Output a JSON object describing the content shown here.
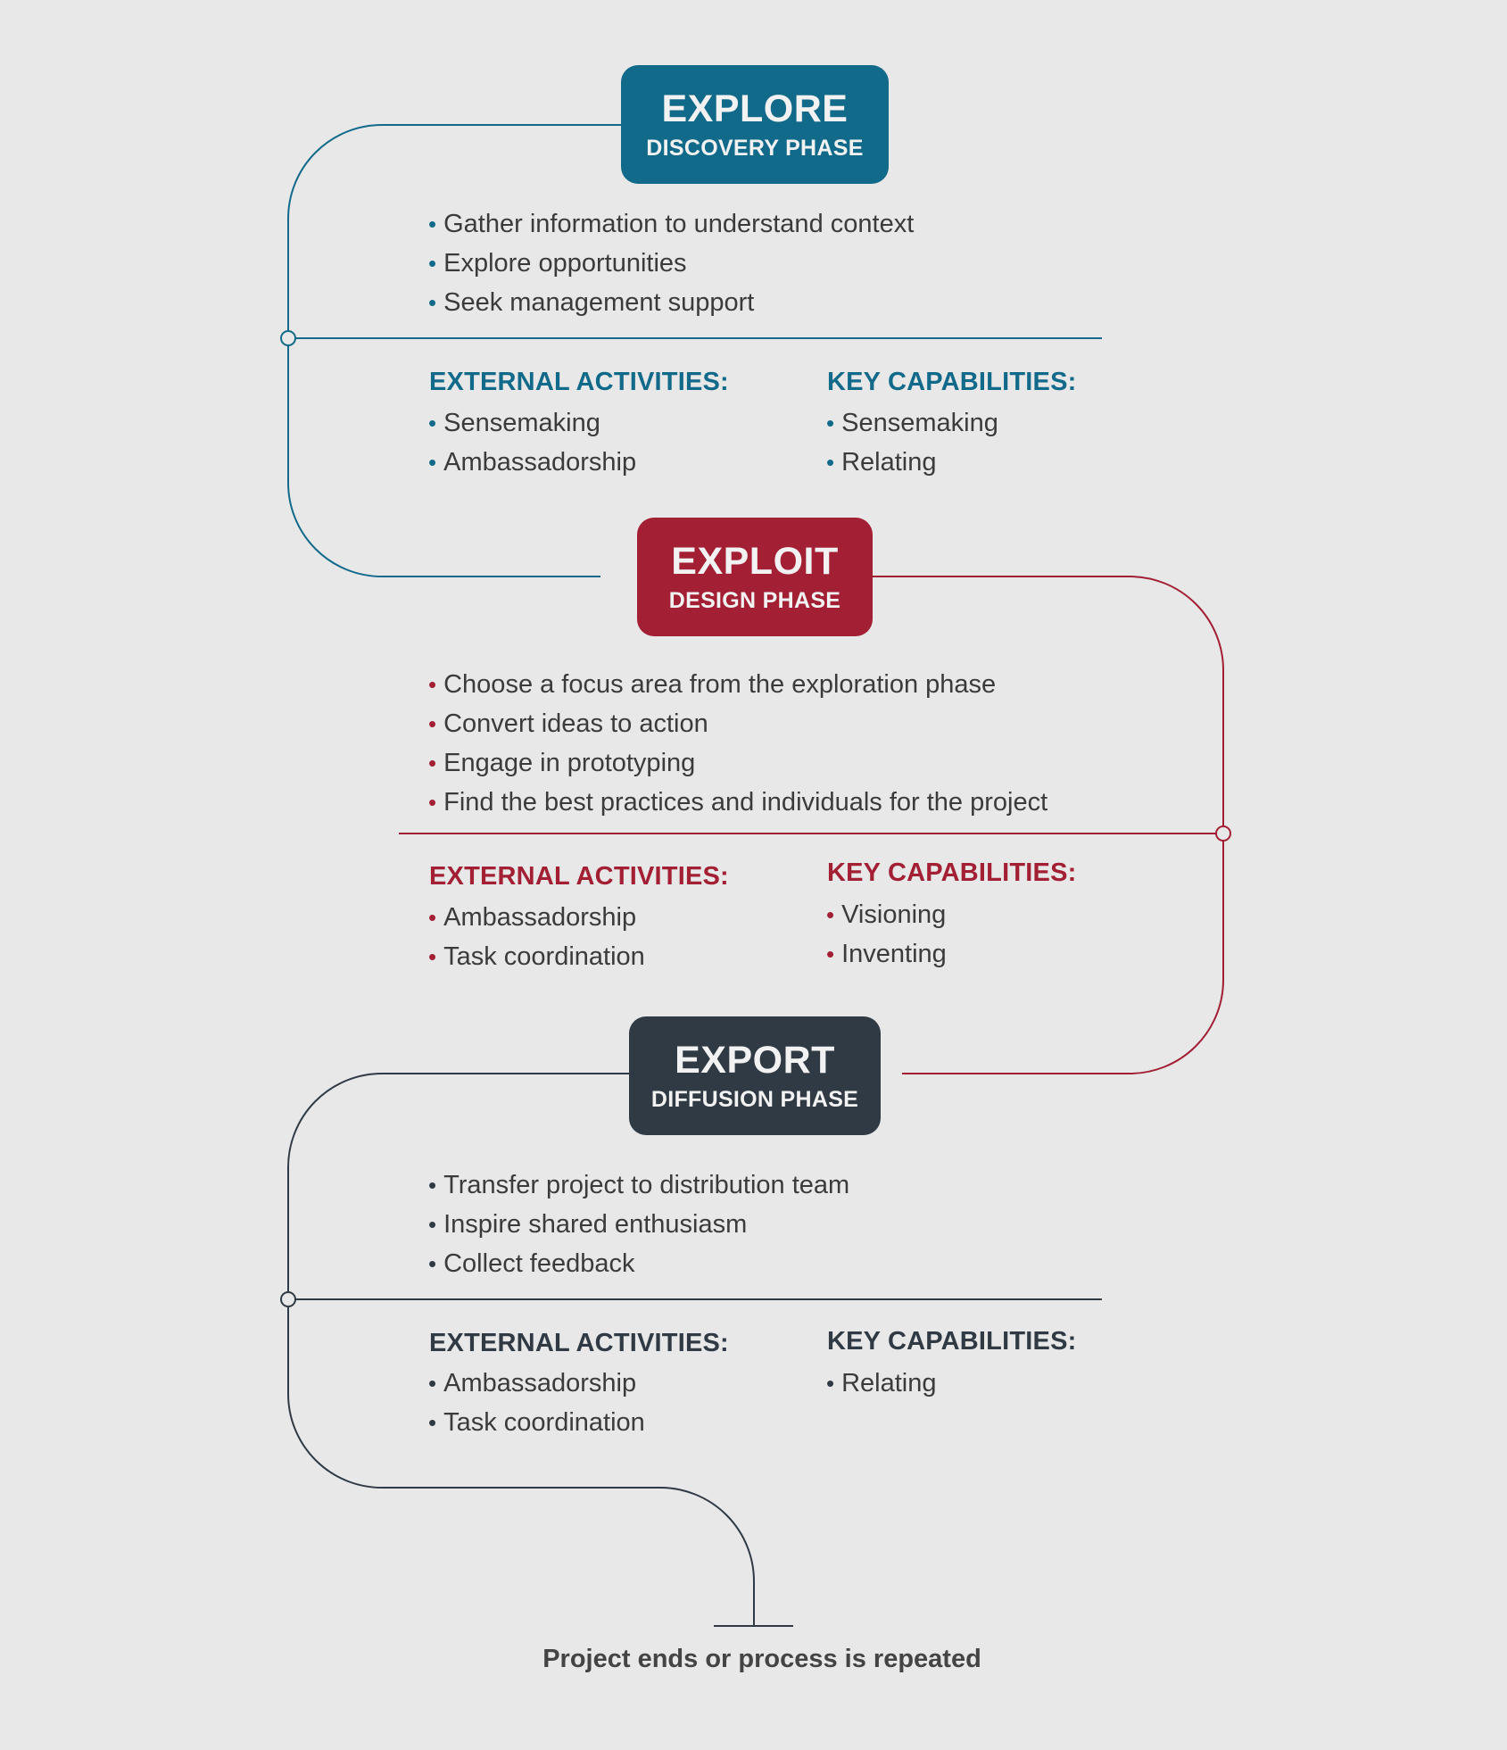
{
  "colors": {
    "background": "#e8e8e8",
    "explore": "#126a8a",
    "exploit": "#a31f34",
    "export": "#303a44",
    "text": "#3b3b3b"
  },
  "phases": [
    {
      "title": "EXPLORE",
      "subtitle": "DISCOVERY PHASE",
      "items": [
        "Gather information to understand context",
        "Explore opportunities",
        "Seek management support"
      ],
      "external_title": "EXTERNAL ACTIVITIES:",
      "external_items": [
        "Sensemaking",
        "Ambassadorship"
      ],
      "capabilities_title": "KEY CAPABILITIES:",
      "capabilities_items": [
        "Sensemaking",
        "Relating"
      ]
    },
    {
      "title": "EXPLOIT",
      "subtitle": "DESIGN PHASE",
      "items": [
        "Choose a focus area from the exploration phase",
        "Convert ideas to action",
        "Engage in prototyping",
        "Find the best practices and individuals for the project"
      ],
      "external_title": "EXTERNAL ACTIVITIES:",
      "external_items": [
        "Ambassadorship",
        "Task coordination"
      ],
      "capabilities_title": "KEY CAPABILITIES:",
      "capabilities_items": [
        "Visioning",
        "Inventing"
      ]
    },
    {
      "title": "EXPORT",
      "subtitle": "DIFFUSION PHASE",
      "items": [
        "Transfer project to distribution team",
        "Inspire shared enthusiasm",
        "Collect feedback"
      ],
      "external_title": "EXTERNAL ACTIVITIES:",
      "external_items": [
        "Ambassadorship",
        "Task coordination"
      ],
      "capabilities_title": "KEY CAPABILITIES:",
      "capabilities_items": [
        "Relating"
      ]
    }
  ],
  "bullet_char": "•",
  "end_label": "Project ends or process is repeated"
}
